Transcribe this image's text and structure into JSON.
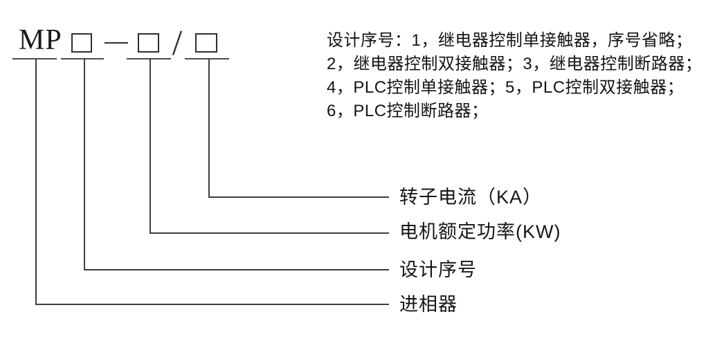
{
  "model_code": {
    "prefix": "MP",
    "separator_dash": "—",
    "separator_slash": "/",
    "placeholder_count": 3
  },
  "design_series_note": {
    "lines": [
      "设计序号：1，继电器控制单接触器，序号省略；",
      "2，继电器控制双接触器；3，继电器控制断路器；",
      "4，PLC控制单接触器；5，PLC控制双接触器；",
      "6，PLC控制断路器；"
    ]
  },
  "leader_labels": [
    {
      "text": "转子电流（KA）"
    },
    {
      "text": "电机额定功率(KW)"
    },
    {
      "text": "设计序号"
    },
    {
      "text": "进相器"
    }
  ],
  "colors": {
    "background": "#ffffff",
    "line": "#3d3d3d",
    "text": "#141414"
  }
}
